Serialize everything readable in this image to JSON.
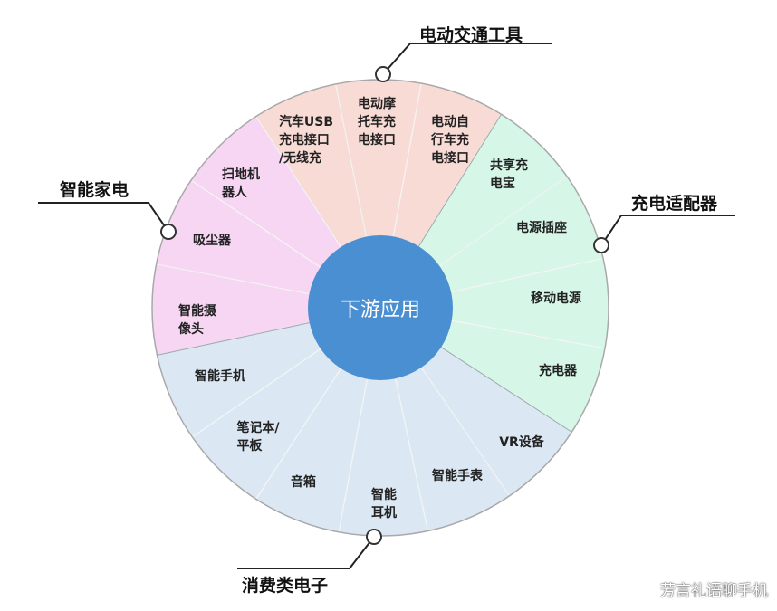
{
  "center_label": "下游应用",
  "colors": {
    "ev": "#f9dbd5",
    "home": "#f7d6f3",
    "adapter": "#d6f7e8",
    "consumer": "#dbe8f4",
    "center": "#4a8fd2"
  },
  "categories": {
    "ev": {
      "label": "电动交通工具",
      "items": [
        "汽车USB\n充电接口\n/无线充",
        "电动摩\n托车充\n电接口",
        "电动自\n行车充\n电接口"
      ]
    },
    "adapter": {
      "label": "充电适配器",
      "items": [
        "共享充\n电宝",
        "电源插座",
        "移动电源",
        "充电器"
      ]
    },
    "consumer": {
      "label": "消费类电子",
      "items": [
        "VR设备",
        "智能手表",
        "智能\n耳机",
        "音箱",
        "笔记本/\n平板",
        "智能手机"
      ]
    },
    "home": {
      "label": "智能家电",
      "items": [
        "智能摄\n像头",
        "吸尘器",
        "扫地机\n器人"
      ]
    }
  },
  "watermark": "芳言礼语聊手机"
}
